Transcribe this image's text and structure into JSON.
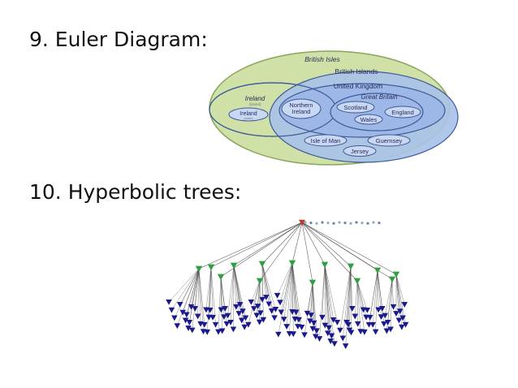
{
  "slide": {
    "heading_euler": "9. Euler Diagram:",
    "heading_tree": "10. Hyperbolic trees:"
  },
  "euler": {
    "british_isles": "British Isles",
    "british_islands": "British Islands",
    "united_kingdom": "United Kingdom",
    "ireland_island": "Ireland",
    "ireland_island_sub": "(island)",
    "ireland_state": "Ireland",
    "ireland_state_sub": "(state)",
    "northern_ireland_l1": "Northern",
    "northern_ireland_l2": "Ireland",
    "great_britain": "Great Britain",
    "scotland": "Scotland",
    "england": "England",
    "wales": "Wales",
    "isle_of_man": "Isle of Man",
    "guernsey": "Guernsey",
    "jersey": "Jersey",
    "colors": {
      "outer_fill": "#cfe1a7",
      "outer_stroke": "#8aa45a",
      "inner_fill": "#a9c2e8",
      "uk_fill": "#9db8e6",
      "stroke": "#3d5a99",
      "pill_fill": "#c9d8f2"
    }
  },
  "tree": {
    "colors": {
      "edge": "#444444",
      "root": "#c0392b",
      "mid_node": "#2ea043",
      "leaf_node": "#1a1a8c"
    }
  }
}
